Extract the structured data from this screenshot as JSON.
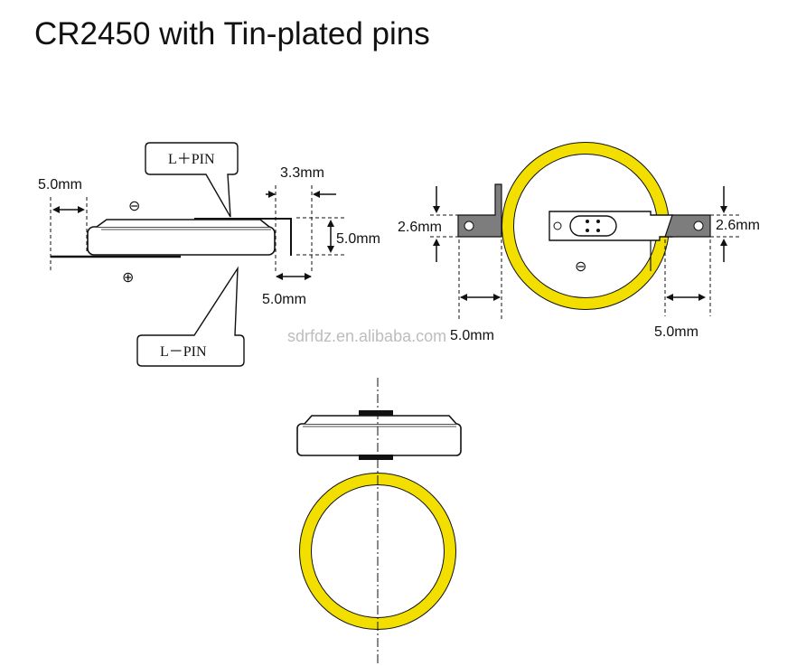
{
  "title": "CR2450 with Tin-plated pins",
  "callouts": {
    "pos_pin": "L＋PIN",
    "neg_pin": "L－PIN"
  },
  "symbols": {
    "negative": "⊖",
    "positive": "⊕"
  },
  "dimensions": {
    "side_left_offset": "5.0mm",
    "side_top_gap": "3.3mm",
    "side_height": "5.0mm",
    "side_bottom_offset": "5.0mm",
    "top_left_width": "2.6mm",
    "top_right_width": "2.6mm",
    "top_left_offset": "5.0mm",
    "top_right_offset": "5.0mm"
  },
  "watermark": "sdrfdz.en.alibaba.com",
  "colors": {
    "cell_ring": "#f2df00",
    "tab_fill": "#7d7d7d",
    "line": "#111111"
  }
}
